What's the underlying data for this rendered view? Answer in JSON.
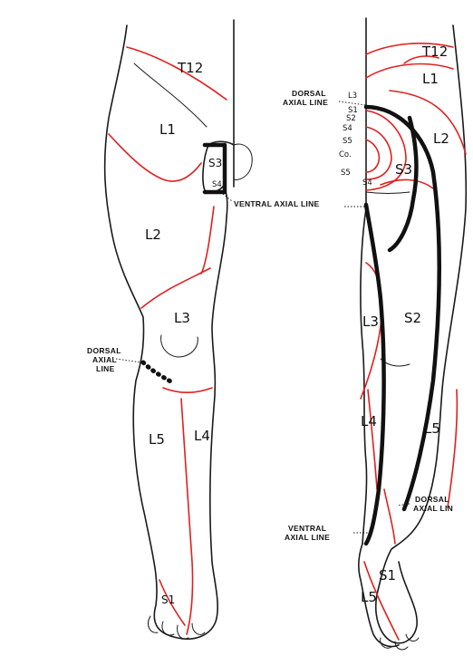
{
  "colors": {
    "dermatome_line": "#e0201e",
    "outline": "#1a1a1a",
    "background": "#ffffff"
  },
  "front": {
    "labels": {
      "t12": "T12",
      "l1": "L1",
      "s3": "S3",
      "s4": "S4",
      "l2": "L2",
      "l3": "L3",
      "l5": "L5",
      "l4": "L4",
      "s1": "S1"
    },
    "dorsal_axial_line": [
      "DORSAL",
      "AXIAL",
      "LINE"
    ],
    "ventral_axial_line": "VENTRAL AXIAL LINE"
  },
  "back": {
    "labels": {
      "t12": "T12",
      "l1": "L1",
      "l2": "L2",
      "l3_top": "L3",
      "s1_top": "S1",
      "s2_top": "S2",
      "s4_top": "S4",
      "s5_top": "S5",
      "co": "Co.",
      "s5_low": "S5",
      "s4_low": "S4",
      "s3": "S3",
      "s2": "S2",
      "l3": "L3",
      "l4": "L4",
      "l5": "L5",
      "s1_foot": "S1",
      "l5_foot": "L5"
    },
    "dorsal_axial_line_top": [
      "DORSAL",
      "AXIAL LINE"
    ],
    "dorsal_axial_line_low": [
      "DORSAL",
      "AXIAL LIN"
    ],
    "ventral_axial_line": [
      "VENTRAL",
      "AXIAL LINE"
    ]
  }
}
